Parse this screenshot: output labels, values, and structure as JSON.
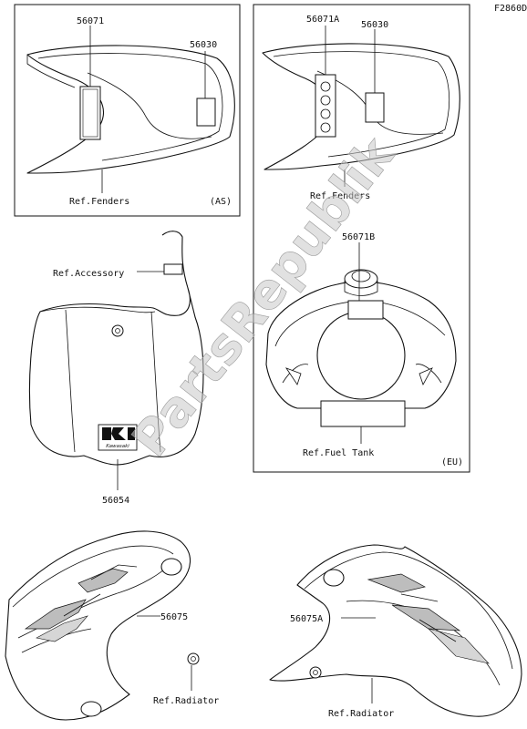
{
  "figure_code": "F2860D",
  "watermark": "PartsRepublik",
  "panels": {
    "seat_as": {
      "part_a": "56071",
      "part_b": "56030",
      "ref": "Ref.Fenders",
      "region": "(AS)"
    },
    "seat_eu": {
      "part_a": "56071A",
      "part_b": "56030",
      "ref": "Ref.Fenders"
    },
    "tank_eu": {
      "part": "56071B",
      "ref": "Ref.Fuel Tank",
      "region": "(EU)"
    },
    "number_plate": {
      "ref": "Ref.Accessory",
      "part": "56054",
      "logo_text": "Kawasaki"
    },
    "shroud_left": {
      "part": "56075",
      "ref": "Ref.Radiator"
    },
    "shroud_right": {
      "part": "56075A",
      "ref": "Ref.Radiator"
    }
  }
}
